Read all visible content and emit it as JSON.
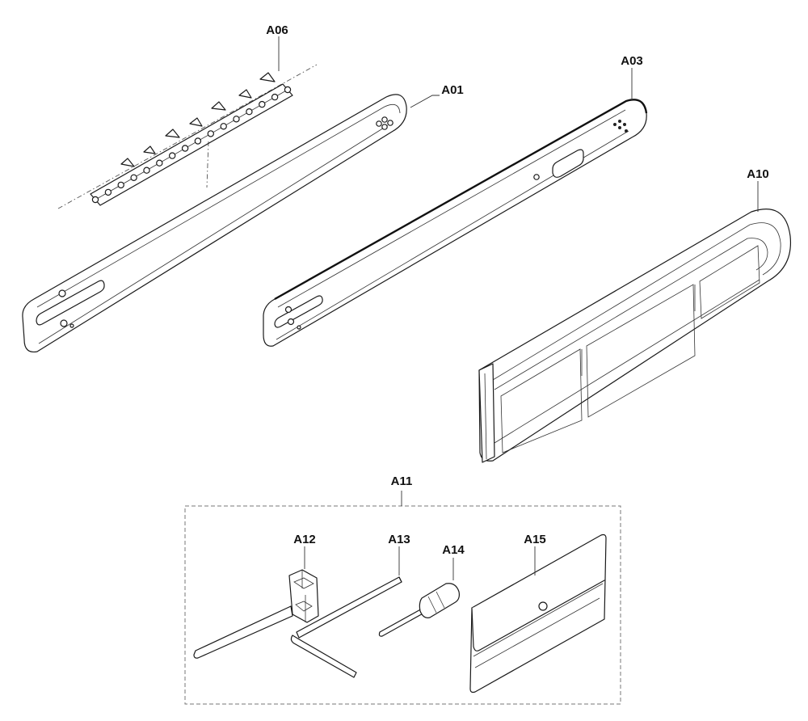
{
  "labels": {
    "a06": "A06",
    "a01": "A01",
    "a03": "A03",
    "a10": "A10",
    "a11": "A11",
    "a12": "A12",
    "a13": "A13",
    "a14": "A14",
    "a15": "A15"
  },
  "parts": [
    {
      "label": "A06",
      "part": "saw-chain"
    },
    {
      "label": "A01",
      "part": "guide-bar"
    },
    {
      "label": "A03",
      "part": "guide-bar"
    },
    {
      "label": "A10",
      "part": "bar-cover"
    },
    {
      "label": "A11",
      "part": "tool-kit"
    },
    {
      "label": "A12",
      "part": "combination-spanner"
    },
    {
      "label": "A13",
      "part": "hex-key"
    },
    {
      "label": "A14",
      "part": "screwdriver"
    },
    {
      "label": "A15",
      "part": "instruction-envelope"
    }
  ]
}
